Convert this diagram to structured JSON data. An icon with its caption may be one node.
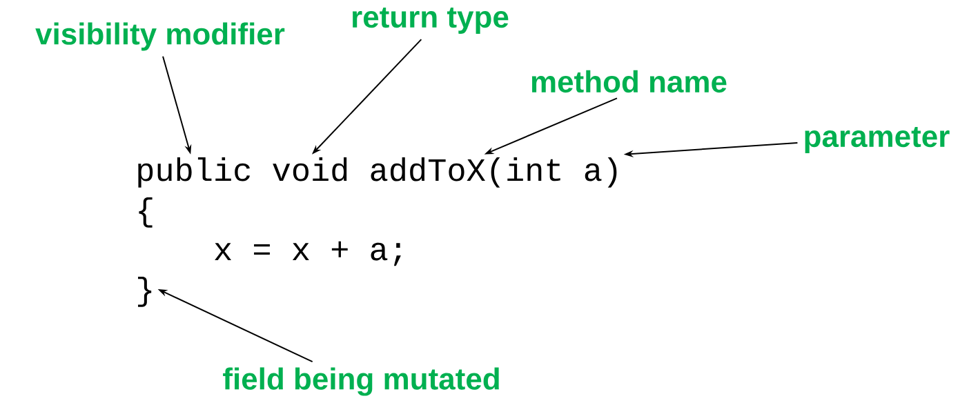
{
  "diagram": {
    "nodes": [
      {
        "text": [
          "visibility modifier"
        ]
      },
      {
        "text": [
          "return type"
        ]
      },
      {
        "text": [
          "method name"
        ]
      },
      {
        "text": [
          "parameter"
        ]
      },
      {
        "text": [
          "field being mutated"
        ]
      },
      {
        "text": [
          "public"
        ]
      },
      {
        "text": [
          "void"
        ]
      },
      {
        "text": [
          "addToX(int a)"
        ]
      },
      {
        "text": [
          "{"
        ]
      },
      {
        "text": [
          "x = x + a;"
        ]
      },
      {
        "text": [
          "}"
        ]
      }
    ],
    "edges": [
      {
        "from": 0,
        "to": 5,
        "arrow": "to"
      },
      {
        "from": 1,
        "to": 6,
        "arrow": "to"
      },
      {
        "from": 2,
        "to": 7,
        "arrow": "to"
      },
      {
        "from": 3,
        "to": 7,
        "arrow": "to"
      },
      {
        "from": 4,
        "to": 10,
        "arrow": "to"
      }
    ]
  }
}
